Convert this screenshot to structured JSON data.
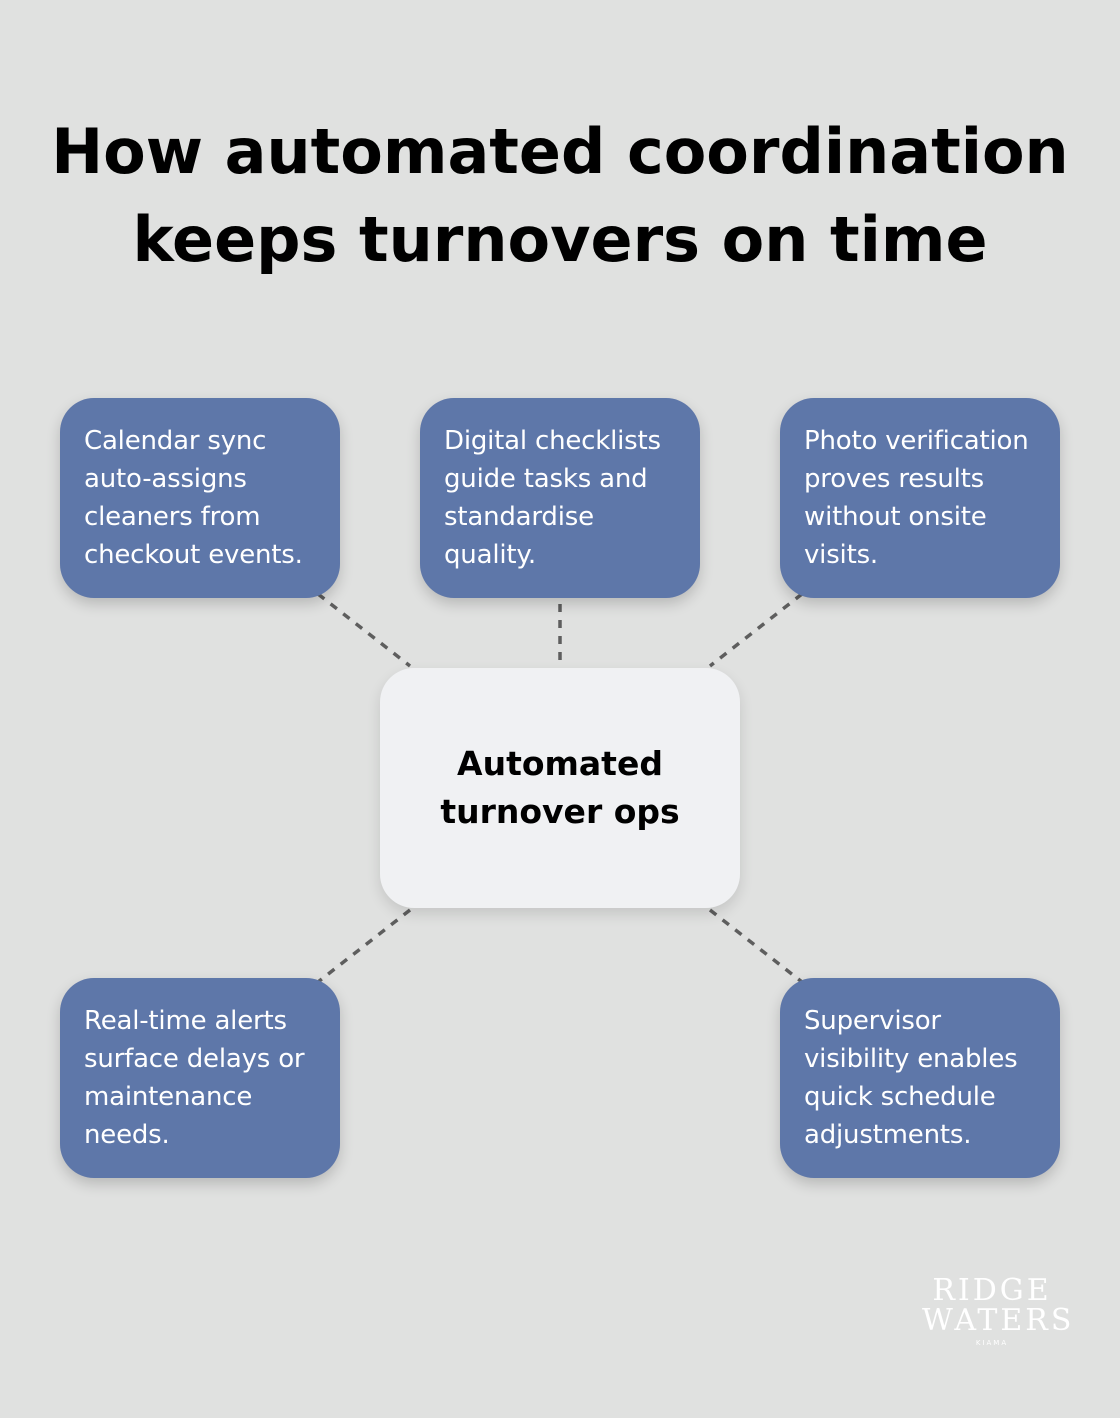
{
  "title": "How automated coordination\nkeeps turnovers on time",
  "center": {
    "label": "Automated\nturnover ops"
  },
  "nodes": [
    {
      "text": "Calendar sync auto-assigns cleaners from checkout events."
    },
    {
      "text": "Digital checklists guide tasks and standardise quality."
    },
    {
      "text": "Photo verification proves results without onsite visits."
    },
    {
      "text": "Real-time alerts surface delays or maintenance needs."
    },
    {
      "text": "Supervisor visibility enables quick schedule adjustments."
    }
  ],
  "logo": {
    "line1": "RIDGE",
    "line2": "WATERS",
    "sub": "KIAMA"
  },
  "colors": {
    "background": "#e0e1e0",
    "node_fill": "#5e77a9",
    "center_fill": "#f0f1f3",
    "connector": "#5e5e5e"
  }
}
